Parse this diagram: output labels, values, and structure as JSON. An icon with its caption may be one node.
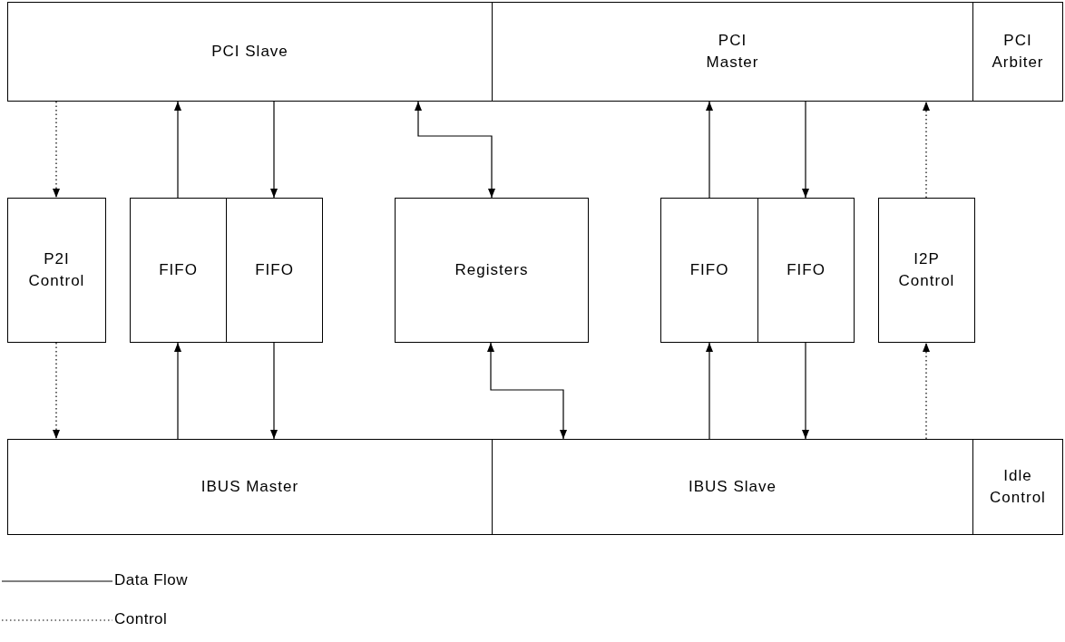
{
  "diagram": {
    "nodes": [
      {
        "text": [
          "PCI Slave"
        ]
      },
      {
        "text": [
          "PCI Master"
        ]
      },
      {
        "text": [
          "PCI Arbiter"
        ]
      },
      {
        "text": [
          "P2I Control"
        ]
      },
      {
        "text": [
          "FIFO"
        ]
      },
      {
        "text": [
          "FIFO"
        ]
      },
      {
        "text": [
          "Registers"
        ]
      },
      {
        "text": [
          "FIFO"
        ]
      },
      {
        "text": [
          "FIFO"
        ]
      },
      {
        "text": [
          "I2P Control"
        ]
      },
      {
        "text": [
          "IBUS Master"
        ]
      },
      {
        "text": [
          "IBUS Slave"
        ]
      },
      {
        "text": [
          "Idle Control"
        ]
      }
    ],
    "edges": [
      {
        "from": 0,
        "to": 3,
        "arrow": "to",
        "style": "dashed"
      },
      {
        "from": 3,
        "to": 10,
        "arrow": "to",
        "style": "dashed"
      },
      {
        "from": 4,
        "to": 0,
        "arrow": "to"
      },
      {
        "from": 0,
        "to": 5,
        "arrow": "to"
      },
      {
        "from": 0,
        "to": 6,
        "arrow": "both"
      },
      {
        "from": 7,
        "to": 1,
        "arrow": "to"
      },
      {
        "from": 1,
        "to": 8,
        "arrow": "to"
      },
      {
        "from": 9,
        "to": 1,
        "arrow": "to",
        "style": "dashed"
      },
      {
        "from": 10,
        "to": 4,
        "arrow": "to"
      },
      {
        "from": 5,
        "to": 10,
        "arrow": "to"
      },
      {
        "from": 6,
        "to": 11,
        "arrow": "both"
      },
      {
        "from": 11,
        "to": 7,
        "arrow": "to"
      },
      {
        "from": 8,
        "to": 11,
        "arrow": "to"
      },
      {
        "from": 11,
        "to": 9,
        "arrow": "to",
        "style": "dashed"
      }
    ],
    "legend": [
      {
        "text": "Data Flow"
      },
      {
        "text": "Control"
      }
    ]
  }
}
